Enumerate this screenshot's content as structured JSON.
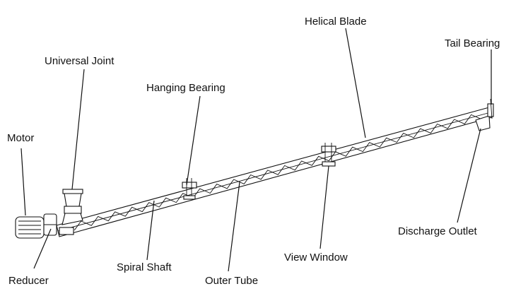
{
  "labels": {
    "helical_blade": "Helical Blade",
    "tail_bearing": "Tail Bearing",
    "universal_joint": "Universal Joint",
    "hanging_bearing": "Hanging Bearing",
    "motor": "Motor",
    "discharge_outlet": "Discharge Outlet",
    "view_window": "View Window",
    "reducer": "Reducer",
    "spiral_shaft": "Spiral Shaft",
    "outer_tube": "Outer Tube"
  },
  "colors": {
    "stroke": "#111111",
    "background": "#ffffff"
  }
}
